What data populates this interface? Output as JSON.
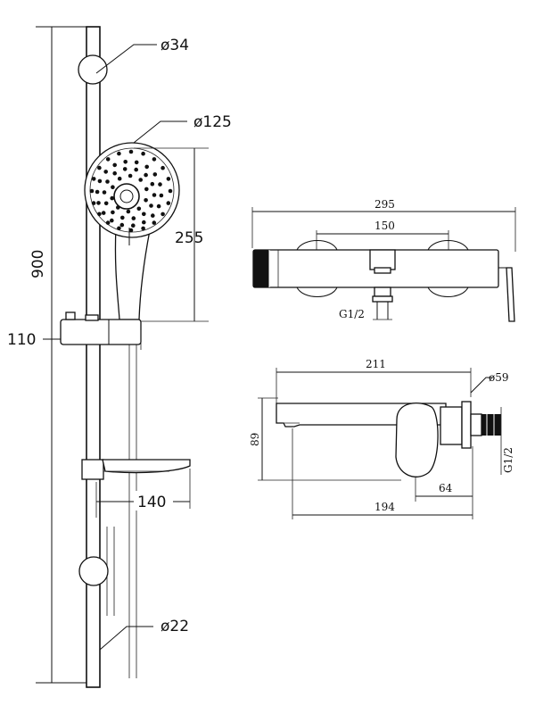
{
  "shower_rail": {
    "bracket_diameter": "ø34",
    "head_diameter": "ø125",
    "head_drop": "255",
    "rail_height": "900",
    "slider_offset": "110",
    "shelf_depth": "140",
    "rail_diameter": "ø22"
  },
  "mixer_top": {
    "overall_width": "295",
    "centres": "150",
    "inlet_thread": "G1/2"
  },
  "mixer_side": {
    "spout_length": "211",
    "body_diameter": "ø59",
    "height": "89",
    "outlet_thread": "G1/2",
    "handle_offset": "64",
    "wall_depth": "194"
  },
  "colors": {
    "line": "#111111",
    "background": "#ffffff"
  }
}
